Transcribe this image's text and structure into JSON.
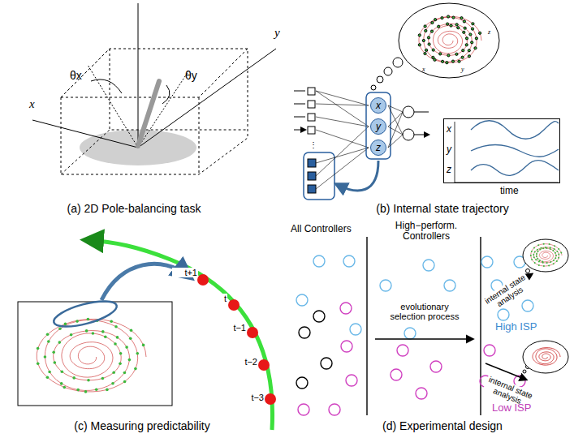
{
  "diagram": {
    "nodes": [
      {
        "text": [
          "x"
        ]
      },
      {
        "text": [
          "y"
        ]
      },
      {
        "text": [
          "z"
        ]
      },
      {
        "text": [
          "x",
          "y",
          "z",
          "time"
        ]
      }
    ],
    "labels": [
      "y",
      "x",
      "θx",
      "θy",
      "(a) 2D Pole-balancing task",
      "x",
      "y",
      "z",
      "(b) Internal state trajectory",
      "t+1",
      "t",
      "t−1",
      "t−2",
      "t−3",
      "(c) Measuring predictability",
      "All Controllers",
      "High−perform. Controllers",
      "evolutionary selection process",
      "internal state analysis",
      "internal state analysis",
      "High ISP",
      "Low ISP",
      "(d) Experimental design"
    ]
  }
}
